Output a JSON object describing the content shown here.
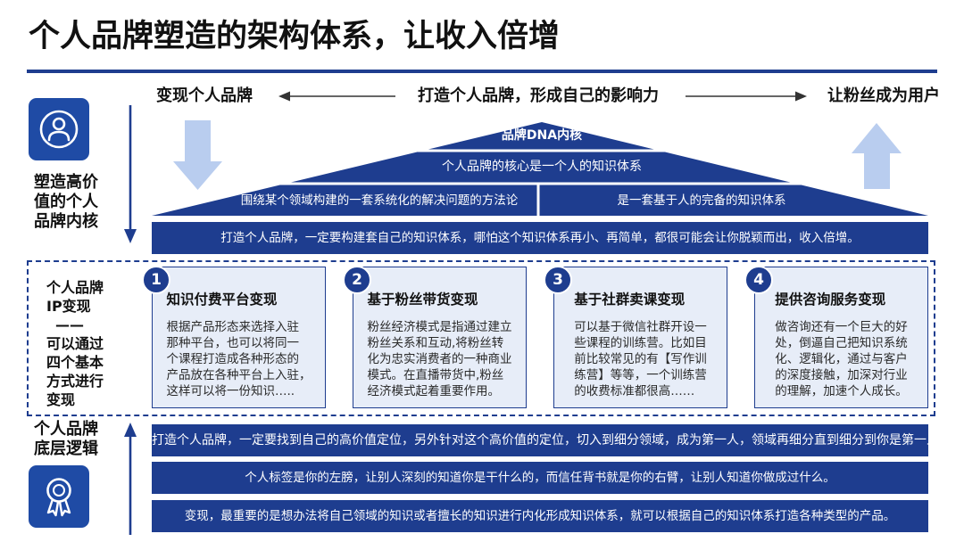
{
  "header": {
    "title": "个人品牌塑造的架构体系，让收入倍增"
  },
  "flow": {
    "left": "变现个人品牌",
    "center": "打造个人品牌，形成自己的影响力",
    "right": "让粉丝成为用户"
  },
  "core": {
    "icon": "person-icon",
    "lines": [
      "塑造高价",
      "值的个人",
      "品牌内核"
    ]
  },
  "roof": {
    "apex": "品牌DNA内核",
    "middle": "个人品牌的核心是一个人的知识体系",
    "left": "围绕某个领域构建的一套系统化的解决问题的方法论",
    "right": "是一套基于人的完备的知识体系",
    "base": "打造个人品牌，一定要构建套自己的知识体系，哪怕这个知识体系再小、再简单，都很可能会让你脱颖而出，收入倍增。"
  },
  "monetization": {
    "lines": [
      "个人品牌",
      "IP变现",
      "——",
      "可以通过",
      "四个基本",
      "方式进行",
      "变现"
    ],
    "cards": [
      {
        "number": "1",
        "title": "知识付费平台变现",
        "lines": [
          "根据产品形态来选择入驻",
          "那种平台，也可以将同一",
          "个课程打造成各种形态的",
          "产品放在各种平台上入驻，",
          "这样可以将一份知识….."
        ]
      },
      {
        "number": "2",
        "title": "基于粉丝带货变现",
        "lines": [
          "粉丝经济模式是指通过建立",
          "粉丝关系和互动,将粉丝转",
          "化为忠实消费者的一种商业",
          "模式。在直播带货中,粉丝",
          "经济模式起着重要作用。"
        ]
      },
      {
        "number": "3",
        "title": "基于社群卖课变现",
        "lines": [
          "可以基于微信社群开设一",
          "些课程的训练营。比如目",
          "前比较常见的有【写作训",
          "练营】等等，一个训练营",
          "的收费标准都很高……"
        ]
      },
      {
        "number": "4",
        "title": "提供咨询服务变现",
        "lines": [
          "做咨询还有一个巨大的好",
          "处，倒逼自己把知识系统",
          "化、逻辑化，通过与客户",
          "的深度接触，加深对行业",
          "的理解，加速个人成长。"
        ]
      }
    ]
  },
  "foundation": {
    "icon": "medal-icon",
    "lines": [
      "个人品牌",
      "底层逻辑"
    ],
    "bars": [
      "打造个人品牌，一定要找到自己的高价值定位，另外针对这个高价值的定位，切入到细分领域，成为第一人，领域再细分直到细分到你是第一人",
      "个人标签是你的左膀，让别人深刻的知道你是干什么的，而信任背书就是你的右臂，让别人知道你做成过什么。",
      "变现，最重要的是想办法将自己领域的知识或者擅长的知识进行内化形成知识体系，就可以根据自己的知识体系打造各种类型的产品。"
    ]
  },
  "colors": {
    "navy": "#1e3d8f",
    "icon": "#1f4ba5",
    "light": "#b9cdef",
    "card": "#e7edf8"
  }
}
